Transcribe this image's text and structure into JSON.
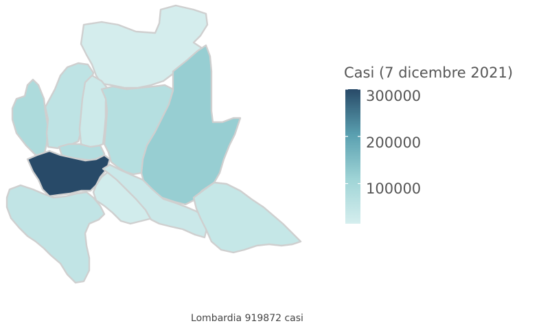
{
  "map": {
    "region": "Lombardia",
    "color_scale": {
      "low_color": "#d5eeee",
      "high_color": "#284a68",
      "min": 15000,
      "max": 300000
    },
    "provinces": [
      {
        "id": "sondrio",
        "value": 17000
      },
      {
        "id": "varese",
        "value": 85000
      },
      {
        "id": "como",
        "value": 55000
      },
      {
        "id": "lecco",
        "value": 30000
      },
      {
        "id": "bergamo",
        "value": 70000
      },
      {
        "id": "brescia",
        "value": 120000
      },
      {
        "id": "monza",
        "value": 75000
      },
      {
        "id": "milano",
        "value": 300000
      },
      {
        "id": "lodi",
        "value": 22000
      },
      {
        "id": "pavia",
        "value": 50000
      },
      {
        "id": "cremona",
        "value": 35000
      },
      {
        "id": "mantova",
        "value": 42000
      }
    ]
  },
  "legend": {
    "title": "Casi (7 dicembre 2021)",
    "ticks": [
      {
        "value": 300000,
        "label": "300000"
      },
      {
        "value": 200000,
        "label": "200000"
      },
      {
        "value": 100000,
        "label": "100000"
      }
    ]
  },
  "caption": "Lombardia 919872 casi"
}
